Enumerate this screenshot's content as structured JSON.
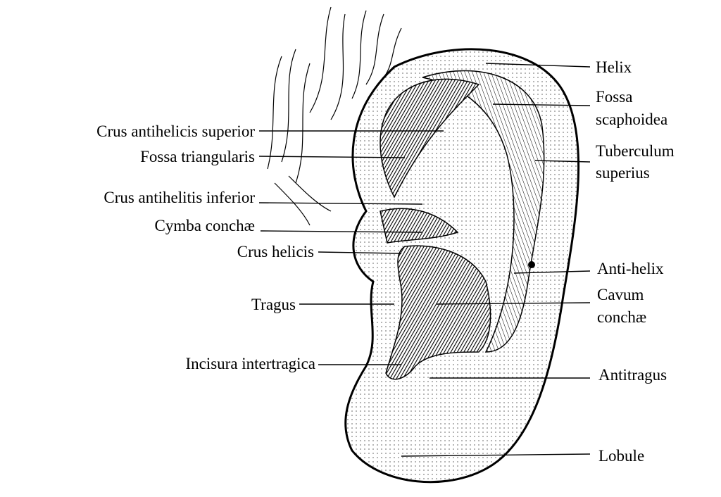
{
  "labels_left": [
    {
      "id": "crus-antihelicis-superior",
      "text": "Crus antihelicis superior"
    },
    {
      "id": "fossa-triangularis",
      "text": "Fossa triangularis"
    },
    {
      "id": "crus-antihelitis-inferior",
      "text": "Crus antihelitis inferior"
    },
    {
      "id": "cymba-conchae",
      "text": "Cymba conchæ"
    },
    {
      "id": "crus-helicis",
      "text": "Crus helicis"
    },
    {
      "id": "tragus",
      "text": "Tragus"
    },
    {
      "id": "incisura-intertragica",
      "text": "Incisura intertragica"
    }
  ],
  "labels_right": [
    {
      "id": "helix",
      "lines": [
        "Helix"
      ]
    },
    {
      "id": "fossa-scaphoidea",
      "lines": [
        "Fossa",
        "scaphoidea"
      ]
    },
    {
      "id": "tuberculum-superius",
      "lines": [
        "Tuberculum",
        "superius"
      ]
    },
    {
      "id": "anti-helix",
      "lines": [
        "Anti-helix"
      ]
    },
    {
      "id": "cavum-conchae",
      "lines": [
        "Cavum",
        "conchæ"
      ]
    },
    {
      "id": "antitragus",
      "lines": [
        "Antitragus"
      ]
    },
    {
      "id": "lobule",
      "lines": [
        "Lobule"
      ]
    }
  ],
  "colors": {
    "ink": "#000000",
    "paper": "#ffffff"
  }
}
